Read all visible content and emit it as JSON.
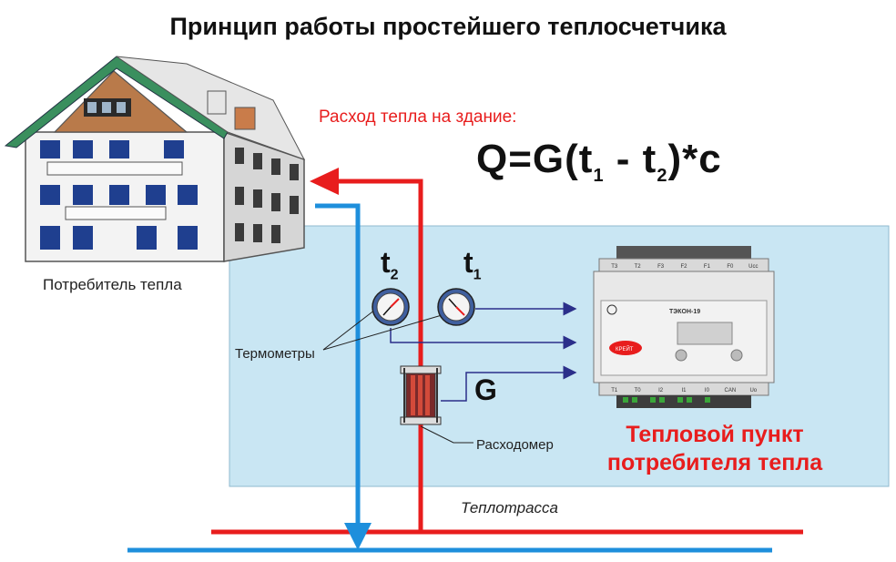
{
  "title": "Принцип работы простейшего теплосчетчика",
  "heat_consumption_label": "Расход тепла на здание:",
  "formula": {
    "lhs": "Q=G(t",
    "sub1": "1",
    "minus": " - t",
    "sub2": "2",
    "rhs": ")*c"
  },
  "consumer_label": "Потребитель тепла",
  "t2": {
    "letter": "t",
    "index": "2"
  },
  "t1": {
    "letter": "t",
    "index": "1"
  },
  "g_label": "G",
  "thermometers_label": "Термометры",
  "flowmeter_label": "Расходомер",
  "pipeline_label": "Теплотрасса",
  "station_label": [
    "Тепловой пункт",
    "потребителя тепла"
  ],
  "device": {
    "model": "ТЭКОН-19",
    "brand": "КРЕЙТ",
    "top_terminals": [
      "T3",
      "T2",
      "F3",
      "F2",
      "F1",
      "F0",
      "Ucc"
    ],
    "bottom_terminals": [
      "T1",
      "T0",
      "I2",
      "I1",
      "I0",
      "CAN",
      "Uo"
    ]
  },
  "colors": {
    "supply_pipe": "#e81d1d",
    "return_pipe": "#1e8fdc",
    "station_panel": "#c9e6f3",
    "signal_line": "#2b2f8a",
    "roof": "#3a8f5e"
  }
}
